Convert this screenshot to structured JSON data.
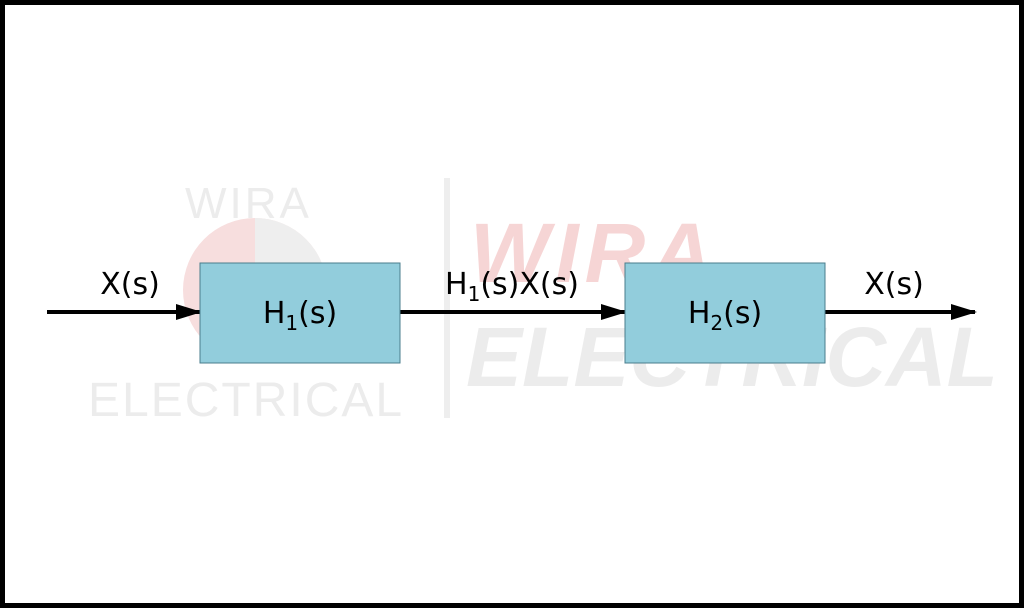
{
  "watermark": {
    "logo_line1": "WIRA",
    "logo_line2": "ELECTRICAL",
    "big_line1": "WIRA",
    "big_line2": "ELECTRICAL"
  },
  "colors": {
    "block_fill": "#92cddc",
    "block_stroke": "#4a7d8c",
    "arrow": "#000000",
    "watermark_red": "#f3d3d3",
    "watermark_gray": "#ececec"
  },
  "signals": {
    "input": "X(s)",
    "middle_prefix": "H",
    "middle_sub": "1",
    "middle_suffix": "(s)X(s)",
    "output": "X(s)"
  },
  "blocks": [
    {
      "name": "H",
      "sub": "1",
      "suffix": "(s)"
    },
    {
      "name": "H",
      "sub": "2",
      "suffix": "(s)"
    }
  ]
}
